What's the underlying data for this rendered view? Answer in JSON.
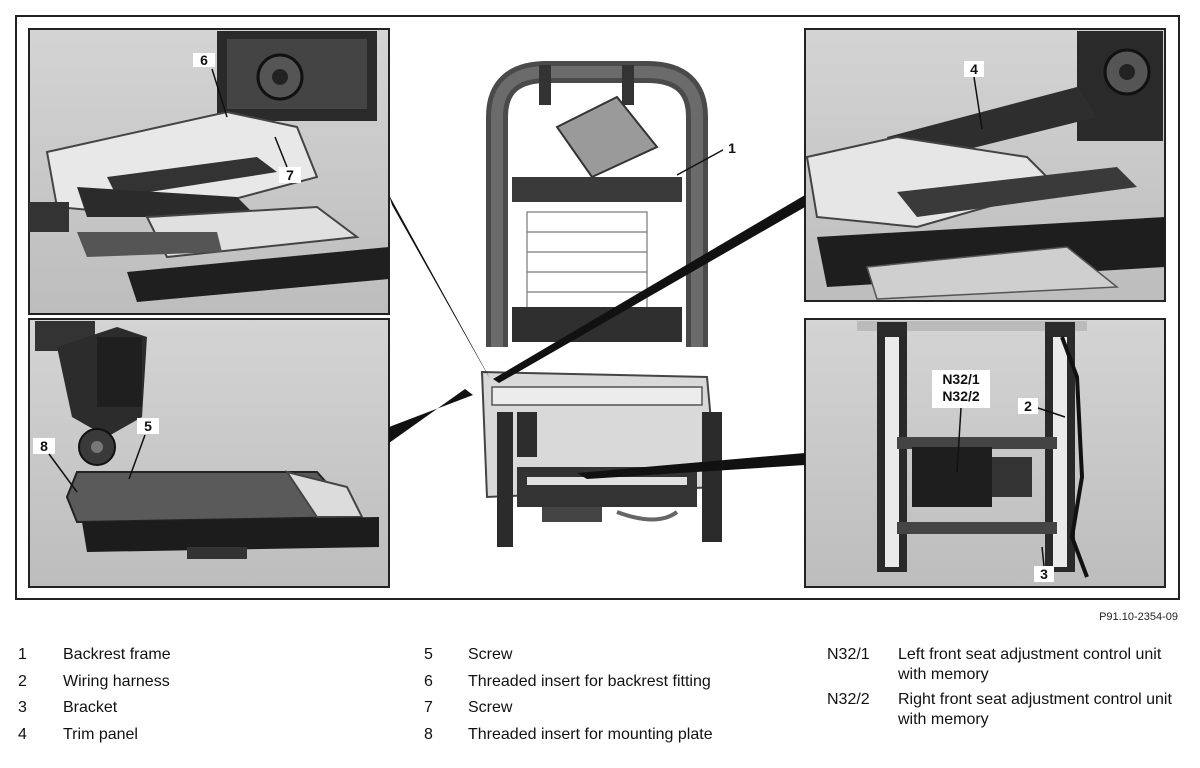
{
  "figure": {
    "reference": "P91.10-2354-09",
    "callouts": {
      "c1": "1",
      "c2": "2",
      "c3": "3",
      "c4": "4",
      "c5": "5",
      "c6": "6",
      "c7": "7",
      "c8": "8",
      "n32": "N32/1",
      "n32b": "N32/2"
    }
  },
  "legend": {
    "col1": [
      {
        "num": "1",
        "text": "Backrest frame"
      },
      {
        "num": "2",
        "text": "Wiring harness"
      },
      {
        "num": "3",
        "text": "Bracket"
      },
      {
        "num": "4",
        "text": "Trim panel"
      }
    ],
    "col2": [
      {
        "num": "5",
        "text": "Screw"
      },
      {
        "num": "6",
        "text": "Threaded insert for backrest fitting"
      },
      {
        "num": "7",
        "text": "Screw"
      },
      {
        "num": "8",
        "text": "Threaded insert for mounting plate"
      }
    ],
    "col3": [
      {
        "num": "N32/1",
        "text": "Left front seat adjustment control unit with memory"
      },
      {
        "num": "N32/2",
        "text": "Right front seat adjustment control unit with memory"
      }
    ]
  }
}
